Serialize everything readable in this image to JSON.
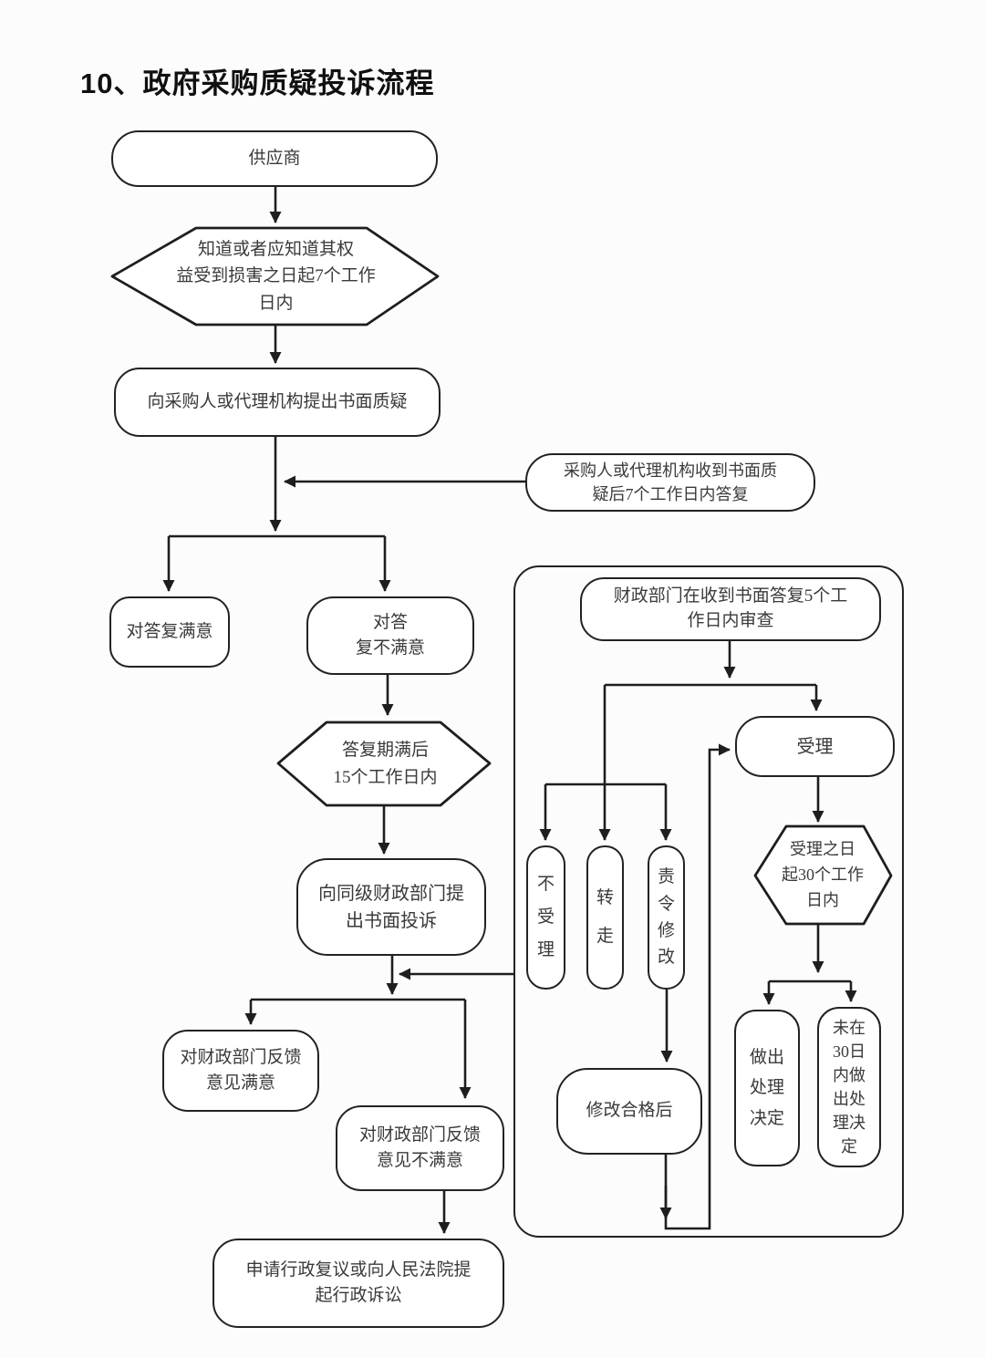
{
  "title": "10、政府采购质疑投诉流程",
  "colors": {
    "line": "#1e1e1e",
    "background": "#fcfcfc",
    "node_fill": "#ffffff"
  },
  "nodes": {
    "supplier": {
      "label": "供应商"
    },
    "deadline7": {
      "label": "知道或者应知道其权\n益受到损害之日起7个工作\n日内"
    },
    "raise_query": {
      "label": "向采购人或代理机构提出书面质疑"
    },
    "reply7": {
      "label": "采购人或代理机构收到书面质\n疑后7个工作日内答复"
    },
    "satisfied": {
      "label": "对答复满意"
    },
    "unsatisfied": {
      "label": "对答\n复不满意"
    },
    "after_period": {
      "label": "答复期满后\n15个工作日内"
    },
    "complaint": {
      "label": "向同级财政部门提\n出书面投诉"
    },
    "fb_satisfied": {
      "label": "对财政部门反馈\n意见满意"
    },
    "fb_unsatisfied": {
      "label": "对财政部门反馈\n意见不满意"
    },
    "lawsuit": {
      "label": "申请行政复议或向人民法院提\n起行政诉讼"
    },
    "review5": {
      "label": "财政部门在收到书面答复5个工\n作日内审查"
    },
    "accept": {
      "label": "受理"
    },
    "within30": {
      "label": "受理之日\n起30个工作\n日内"
    },
    "reject": {
      "label": "不\n受\n理"
    },
    "transfer": {
      "label": "转\n走"
    },
    "order_modify": {
      "label": "责\n令\n修\n改"
    },
    "modify_ok": {
      "label": "修改合格后"
    },
    "decision": {
      "label": "做出\n处理\n决定"
    },
    "no_decision": {
      "label": "未在\n30日\n内做\n出处\n理决\n定"
    }
  }
}
